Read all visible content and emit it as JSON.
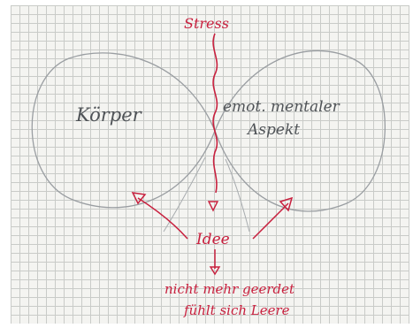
{
  "labels": {
    "stress": "Stress",
    "body": "Körper",
    "emotional_line1": "emot. mentaler",
    "emotional_line2": "Aspekt",
    "idea": "Idee",
    "result_line1": "nicht mehr geerdet",
    "result_line2": "fühlt sich Leere"
  },
  "colors": {
    "ink_red": "#c8203e",
    "pencil_gray": "#9a9ea2",
    "label_gray": "#4f5357",
    "grid": "#c9cbc8",
    "paper": "#f4f4f1"
  }
}
